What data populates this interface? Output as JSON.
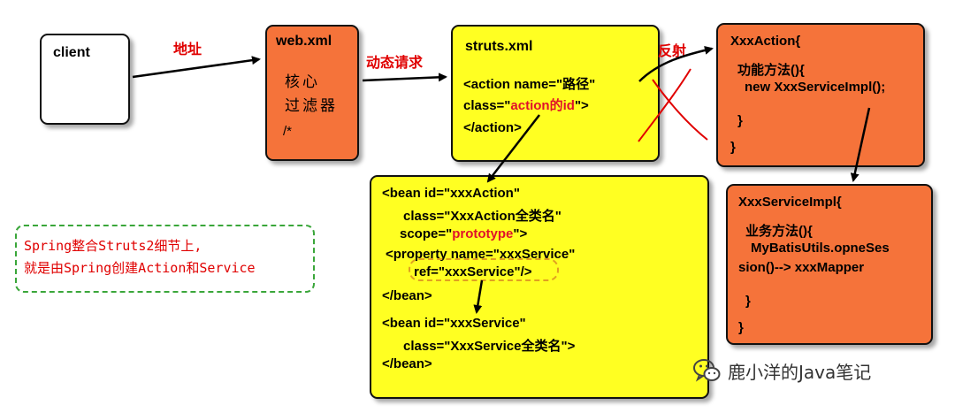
{
  "client": {
    "title": "client"
  },
  "arrow_labels": {
    "address": "地址",
    "dynamic_request": "动态请求",
    "reflection": "反射"
  },
  "web_xml": {
    "title": "web.xml",
    "line1": "核心",
    "line2": "过滤器",
    "line3": "/*"
  },
  "struts_xml": {
    "title": "struts.xml",
    "line1": "<action name=\"路径\"",
    "line2_prefix": "class=\"",
    "line2_highlight": "action的id",
    "line2_suffix": "\">",
    "line3": "</action>"
  },
  "xxx_action": {
    "line1": "XxxAction{",
    "line2": "功能方法(){",
    "line3": "new XxxServiceImpl();",
    "line4": "}",
    "line5": "}"
  },
  "service_impl": {
    "line1": "XxxServiceImpl{",
    "line2": "业务方法(){",
    "line3": "MyBatisUtils.opneSes",
    "line4": "sion()--> xxxMapper",
    "line5": "}",
    "line6": "}"
  },
  "spring_xml": {
    "l1": "<bean id=\"xxxAction\"",
    "l2": "class=\"XxxAction全类名\"",
    "l3_prefix": "scope=\"",
    "l3_highlight": "prototype",
    "l3_suffix": "\">",
    "l4": "<property name=\"xxxService\"",
    "l5": "ref=\"xxxService\"/>",
    "l6": "</bean>",
    "l7": "<bean id=\"xxxService\"",
    "l8": "class=\"XxxService全类名\">",
    "l9": "</bean>"
  },
  "note": {
    "line1": "Spring整合Struts2细节上,",
    "line2": "就是由Spring创建Action和Service"
  },
  "watermark": {
    "text": "鹿小洋的Java笔记",
    "icon": "wechat-icon"
  },
  "colors": {
    "orange": "#f5733a",
    "yellow": "#ffff22",
    "red": "#e00000",
    "green_dash": "#3aa63a"
  }
}
